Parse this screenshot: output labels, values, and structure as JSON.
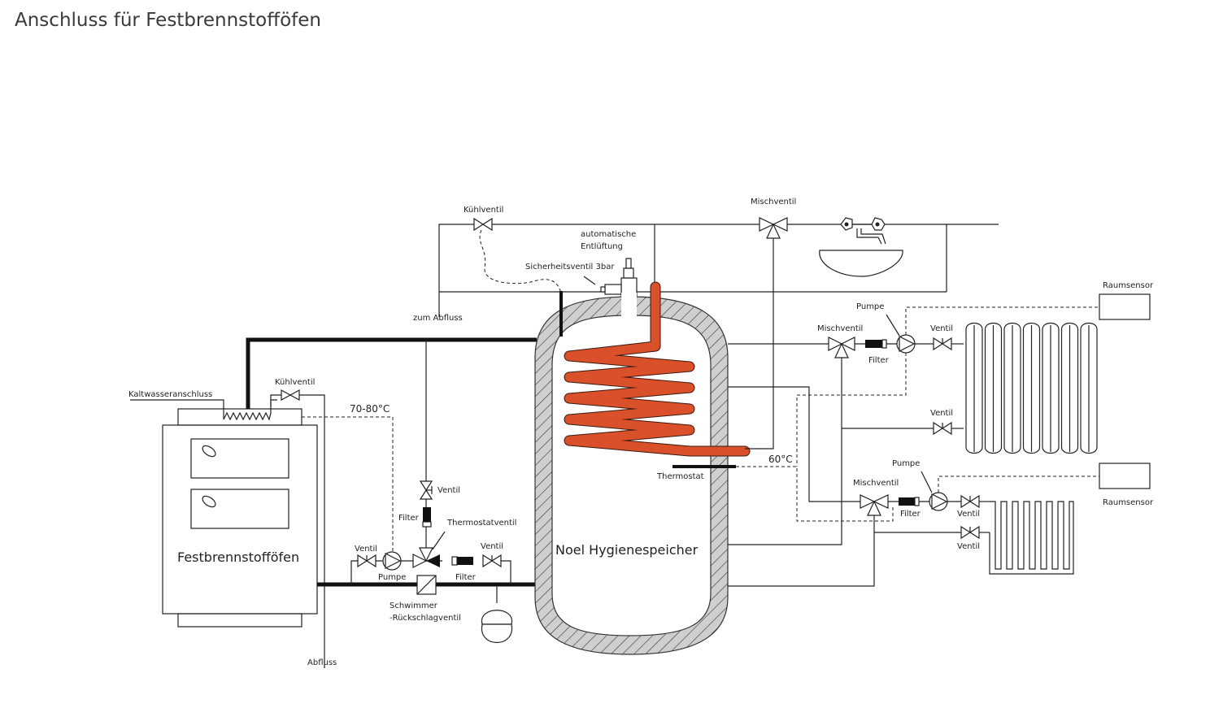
{
  "title": "Anschluss für Festbrennstofföfen",
  "labels": {
    "kuehlventil_top": "Kühlventil",
    "auto_entlueftung_1": "automatische",
    "auto_entlueftung_2": "Entlüftung",
    "sicherheitsventil": "Sicherheitsventil 3bar",
    "zum_abfluss": "zum Abfluss",
    "mischventil_top": "Mischventil",
    "raumsensor_1": "Raumsensor",
    "raumsensor_2": "Raumsensor",
    "pumpe_1": "Pumpe",
    "mischventil_1": "Mischventil",
    "filter_1": "Filter",
    "ventil_r1": "Ventil",
    "ventil_r2": "Ventil",
    "kaltwasseranschluss": "Kaltwasseranschluss",
    "kuehlventil_left": "Kühlventil",
    "temp_70_80": "70-80°C",
    "ventil_v": "Ventil",
    "filter_v": "Filter",
    "thermostatventil": "Thermostatventil",
    "ventil_left": "Ventil",
    "ventil_mid": "Ventil",
    "pumpe_left": "Pumpe",
    "filter_left": "Filter",
    "schwimmer_1": "Schwimmer",
    "schwimmer_2": "-Rückschlagventil",
    "abfluss": "Abfluss",
    "festbrennstoffofen": "Festbrennstofföfen",
    "tank": "Noel Hygienespeicher",
    "thermostat": "Thermostat",
    "temp_60": "60°C",
    "pumpe_2": "Pumpe",
    "mischventil_2": "Mischventil",
    "filter_2": "Filter",
    "ventil_f1": "Ventil",
    "ventil_f2": "Ventil"
  },
  "colors": {
    "coil": "#d9502a",
    "insulation": "#cfcfcf",
    "line": "#222222"
  }
}
